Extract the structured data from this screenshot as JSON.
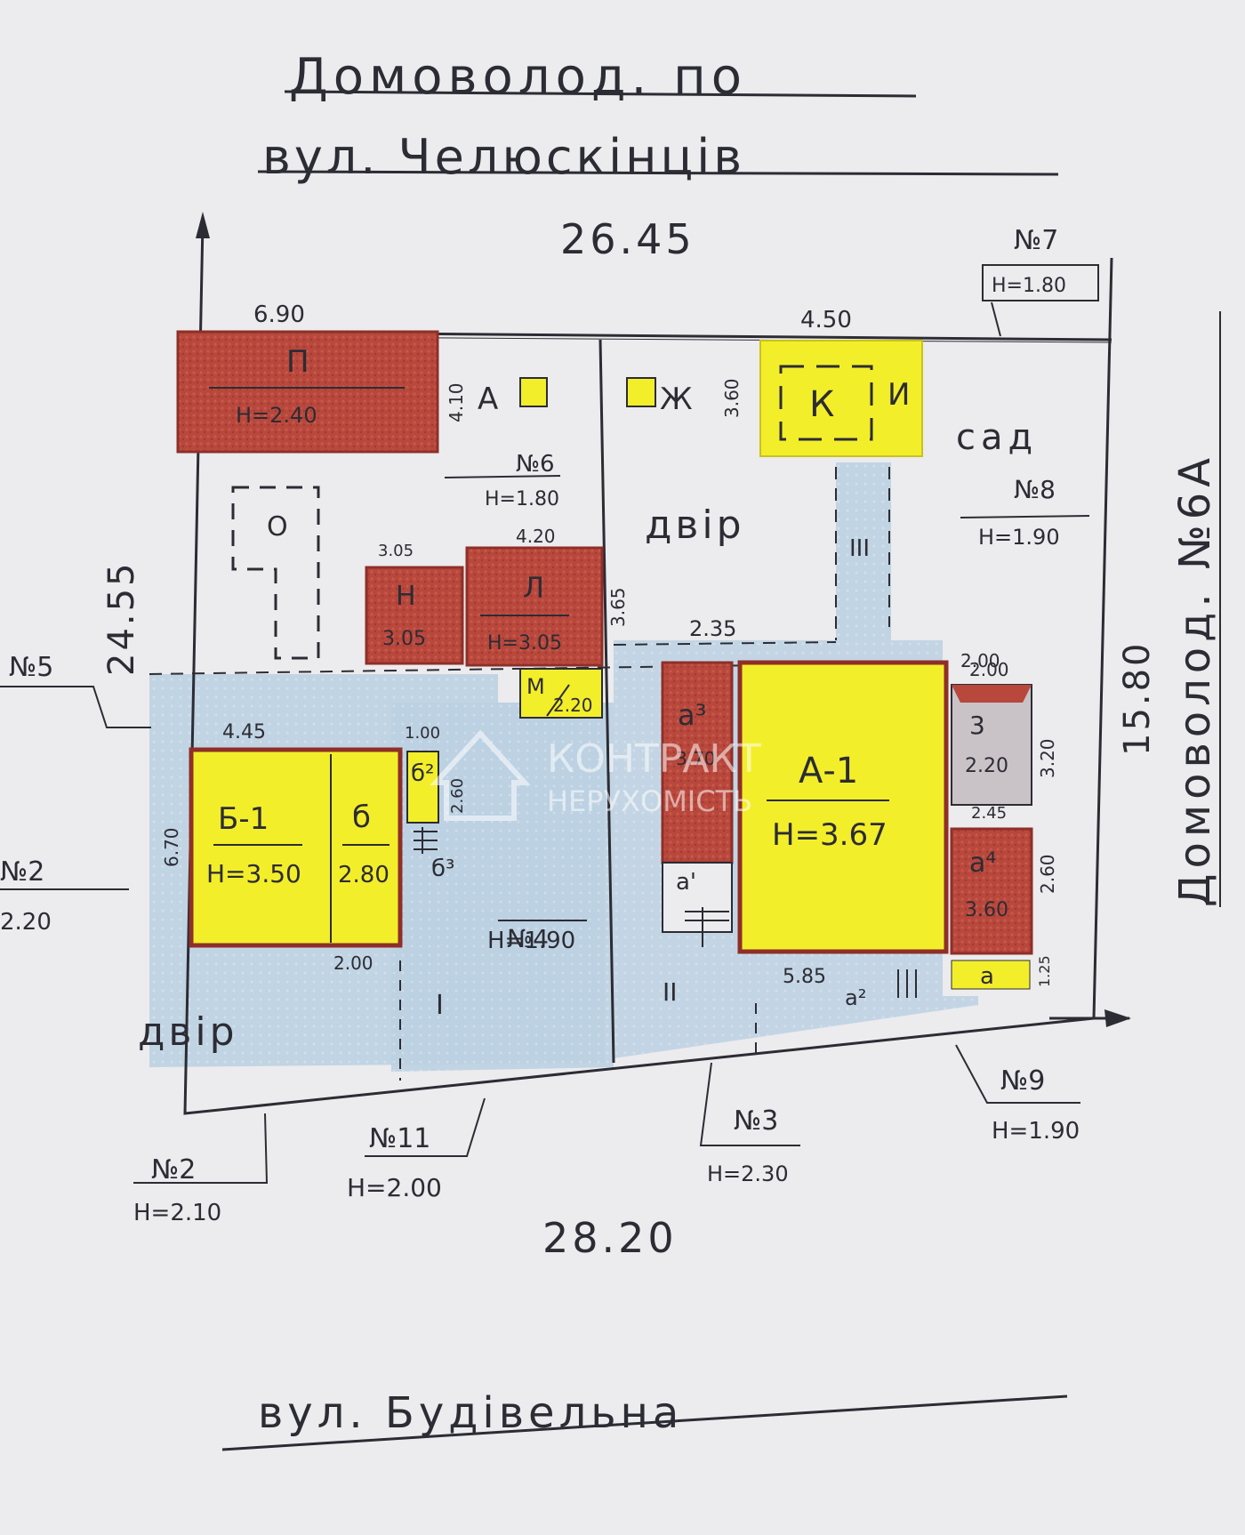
{
  "title": {
    "line1": "Домоволод. по",
    "line2": "вул. Челюскінців",
    "bottom_street": "вул. Будівельна",
    "right_side": "Домоволод. №6А"
  },
  "dimensions": {
    "top": "26.45",
    "bottom": "28.20",
    "left": "24.55",
    "right": "15.80",
    "top_left_segment": "6.90",
    "top_right_segment": "4.50"
  },
  "buildings": {
    "p": {
      "label": "П",
      "height": "Н=2.40",
      "side": "4.10"
    },
    "k": {
      "label": "К"
    },
    "i": {
      "label": "И"
    },
    "o": {
      "label": "О"
    },
    "n": {
      "label": "Н",
      "height": "3.05",
      "top": "3.05"
    },
    "l": {
      "label": "Л",
      "height": "Н=3.05",
      "top": "4.20",
      "side": "3.65"
    },
    "m": {
      "label": "М",
      "height": "2.20"
    },
    "b1": {
      "label": "Б-1",
      "height": "Н=3.50",
      "top": "4.45",
      "side": "6.70"
    },
    "b_small": {
      "label": "б",
      "height": "2.80"
    },
    "b2": {
      "label": "б²",
      "top": "1.00",
      "side": "2.60"
    },
    "b3": {
      "label": "б³"
    },
    "a1": {
      "label": "А-1",
      "height": "Н=3.67",
      "bottom": "5.85"
    },
    "a3": {
      "label": "а³",
      "height": "3.70"
    },
    "a_prime": {
      "label": "а'"
    },
    "a_top_right": {
      "label": "3",
      "height": "2.20",
      "top": "2.00",
      "side": "3.20",
      "bottom": "2.45"
    },
    "a4": {
      "label": "а⁴",
      "height": "3.60",
      "side": "2.60"
    },
    "a_small": {
      "label": "а",
      "side": "1.25"
    },
    "a2": {
      "label": "а²"
    },
    "a_marker": {
      "label": "А"
    },
    "zh_marker": {
      "label": "Ж"
    }
  },
  "fences": {
    "n2a": {
      "label": "№2",
      "height": "2.20"
    },
    "n2b": {
      "label": "№2",
      "height": "Н=2.10"
    },
    "n3": {
      "label": "№3",
      "height": "Н=2.30"
    },
    "n4": {
      "label": "№4",
      "height": "Н=1.90"
    },
    "n5": {
      "label": "№5"
    },
    "n6": {
      "label": "№6",
      "height": "Н=1.80"
    },
    "n7": {
      "label": "№7",
      "height": "Н=1.80"
    },
    "n8": {
      "label": "№8",
      "height": "Н=1.90"
    },
    "n9": {
      "label": "№9",
      "height": "Н=1.90"
    },
    "n11": {
      "label": "№11",
      "height": "Н=2.00"
    }
  },
  "areas": {
    "yard1": "двір",
    "yard2": "двір",
    "garden": "сад",
    "path1": "I",
    "path2": "II",
    "path3": "III",
    "dim235": "2.35",
    "dim200": "2.00",
    "dim200b": "2.00"
  },
  "watermark": {
    "line1": "КОНТРАКТ",
    "line2": "НЕРУХОМІСТЬ"
  },
  "colors": {
    "paper": "#ecebee",
    "ink": "#2c2c34",
    "red_building": "#b8473c",
    "yellow_building": "#f3ee2a",
    "blue_path": "#b9cfe0"
  }
}
